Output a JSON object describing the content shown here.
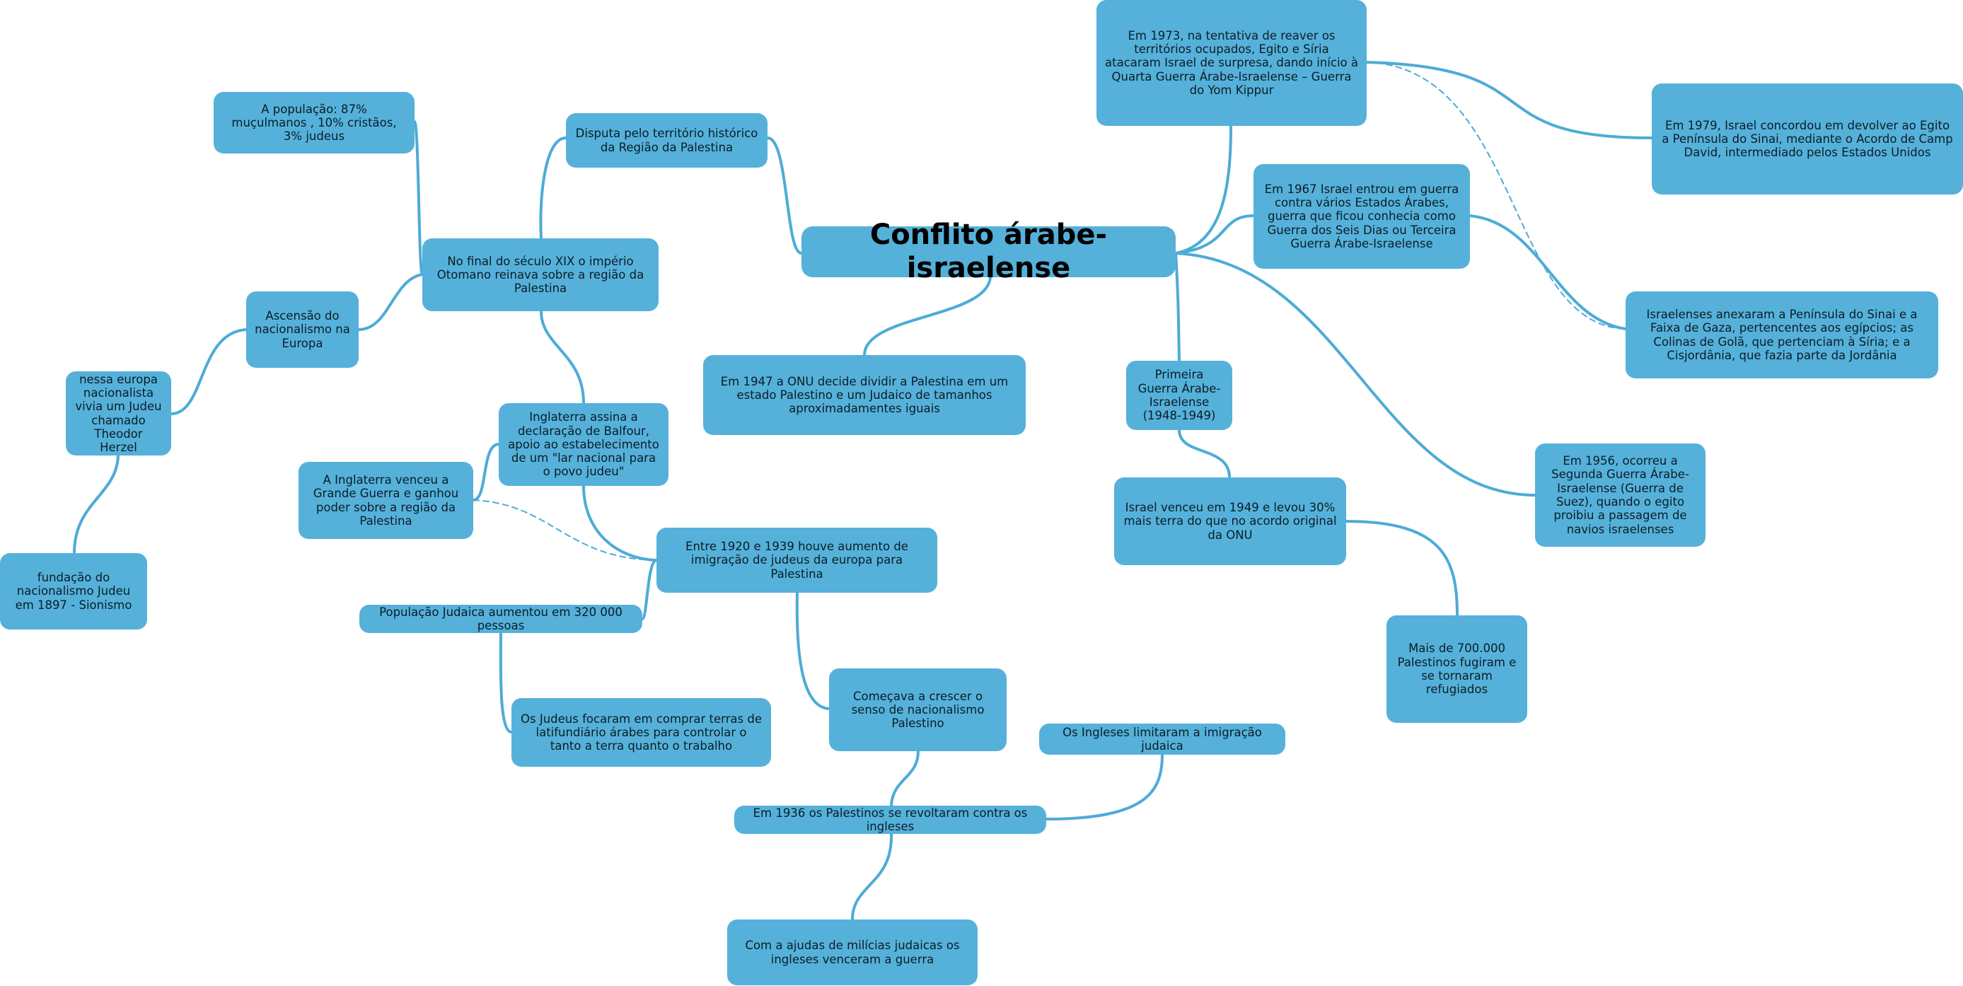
{
  "colors": {
    "node_fill": "#55b1da",
    "link": "#4eabd6",
    "text": "#0c1d26"
  },
  "central": {
    "label": "Conflito árabe-israelense"
  },
  "nodes": {
    "disputa": "Disputa pelo território histórico da Região da Palestina",
    "populacao": "A população: 87% muçulmanos , 10% cristãos, 3% judeus",
    "otomano": "No final do século XIX o império Otomano reinava sobre a região da Palestina",
    "ascensao": "Ascensão do nacionalismo na Europa",
    "europa": "nessa europa nacionalista vivia um Judeu chamado Theodor Herzel",
    "fundacao": "fundação do nacionalismo Judeu em 1897 - Sionismo",
    "balfour": "Inglaterra assina a declaração de Balfour, apoio ao estabelecimento de um \"lar nacional para o povo judeu\"",
    "inglaterra_venceu": "A Inglaterra venceu a Grande Guerra e ganhou poder sobre a região da Palestina",
    "imigracao": "Entre 1920 e 1939 houve aumento de imigração de judeus da europa para Palestina",
    "pop_judaica": "População Judaica aumentou em 320 000 pessoas",
    "terras": "Os Judeus focaram em comprar terras de latifundiário árabes para controlar o tanto a terra quanto o trabalho",
    "senso": "Começava a crescer o senso de nacionalismo Palestino",
    "revolta": "Em 1936 os Palestinos se revoltaram contra os ingleses",
    "limitaram": "Os Ingleses limitaram a imigração judaica",
    "milicias": "Com a ajudas de milícias judaicas os ingleses venceram a guerra",
    "onu1947": "Em 1947 a ONU decide dividir a Palestina em um estado Palestino e um Judaico de tamanhos aproximadamentes iguais",
    "primeira_guerra": "Primeira Guerra Árabe-Israelense (1948-1949)",
    "israel_venceu": "Israel venceu em 1949 e levou 30% mais terra do que no acordo original da ONU",
    "refugiados": "Mais de 700.000 Palestinos fugiram e se tornaram refugiados",
    "yom_kippur": "Em 1973, na tentativa de reaver os territórios ocupados, Egito e Síria atacaram Israel de surpresa, dando início à Quarta Guerra Árabe-Israelense – Guerra do Yom Kippur",
    "camp_david": "Em 1979, Israel concordou em devolver ao Egito a Península do Sinai, mediante o Acordo de Camp David, intermediado pelos Estados Unidos",
    "seis_dias": "Em 1967 Israel entrou em guerra contra vários Estados Árabes, guerra que ficou conhecia como Guerra dos Seis Dias ou Terceira Guerra Árabe-Israelense",
    "anexaram": "Israelenses anexaram a Península do Sinai e a Faixa de Gaza, pertencentes aos egípcios; as Colinas de Golã, que pertenciam à Síria; e a Cisjordânia, que fazia parte da Jordânia",
    "suez": "Em 1956, ocorreu a Segunda Guerra Árabe-Israelense (Guerra de Suez), quando o egito proibiu a passagem de navios israelenses"
  }
}
